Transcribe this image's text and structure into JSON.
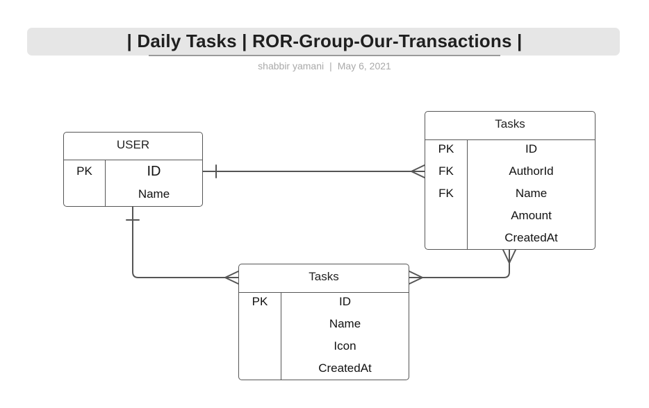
{
  "header": {
    "title": "| Daily Tasks | ROR-Group-Our-Transactions |",
    "author": "shabbir yamani",
    "separator": "|",
    "date": "May 6, 2021"
  },
  "entities": {
    "user": {
      "name": "USER",
      "rows": [
        {
          "key": "PK",
          "field": "ID"
        },
        {
          "key": "",
          "field": "Name"
        }
      ]
    },
    "tasks_right": {
      "name": "Tasks",
      "rows": [
        {
          "key": "PK",
          "field": "ID"
        },
        {
          "key": "FK",
          "field": "AuthorId"
        },
        {
          "key": "FK",
          "field": "Name"
        },
        {
          "key": "",
          "field": "Amount"
        },
        {
          "key": "",
          "field": "CreatedAt"
        }
      ]
    },
    "tasks_bottom": {
      "name": "Tasks",
      "rows": [
        {
          "key": "PK",
          "field": "ID"
        },
        {
          "key": "",
          "field": "Name"
        },
        {
          "key": "",
          "field": "Icon"
        },
        {
          "key": "",
          "field": "CreatedAt"
        }
      ]
    }
  },
  "relationships": [
    {
      "from": "USER",
      "to": "Tasks",
      "from_cardinality": "one",
      "to_cardinality": "many"
    },
    {
      "from": "USER",
      "to": "Tasks",
      "from_cardinality": "one",
      "to_cardinality": "many"
    },
    {
      "from": "Tasks",
      "to": "Tasks",
      "from_cardinality": "many",
      "to_cardinality": "many"
    }
  ],
  "colors": {
    "line": "#555555",
    "title_bar": "#e6e6e6",
    "subtitle": "#a9a9a9"
  }
}
